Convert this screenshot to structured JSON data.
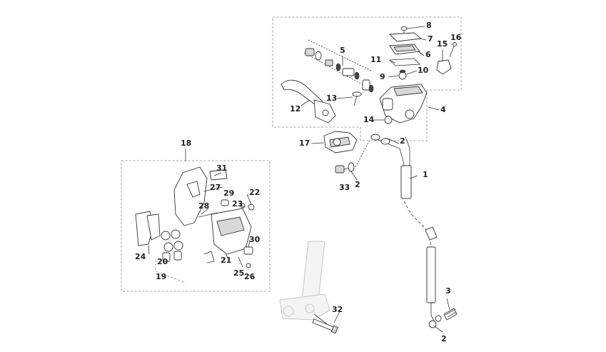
{
  "callouts": {
    "c1": "1",
    "c2a": "2",
    "c2b": "2",
    "c2c": "2",
    "c3": "3",
    "c4": "4",
    "c5": "5",
    "c6": "6",
    "c7": "7",
    "c8": "8",
    "c9": "9",
    "c10": "10",
    "c11": "11",
    "c12": "12",
    "c13": "13",
    "c14": "14",
    "c15": "15",
    "c16": "16",
    "c17": "17",
    "c18": "18",
    "c19": "19",
    "c20": "20",
    "c21": "21",
    "c22": "22",
    "c23": "23",
    "c24": "24",
    "c25": "25",
    "c26": "26",
    "c27": "27",
    "c28": "28",
    "c29": "29",
    "c30": "30",
    "c31": "31",
    "c32": "32",
    "c33": "33"
  }
}
